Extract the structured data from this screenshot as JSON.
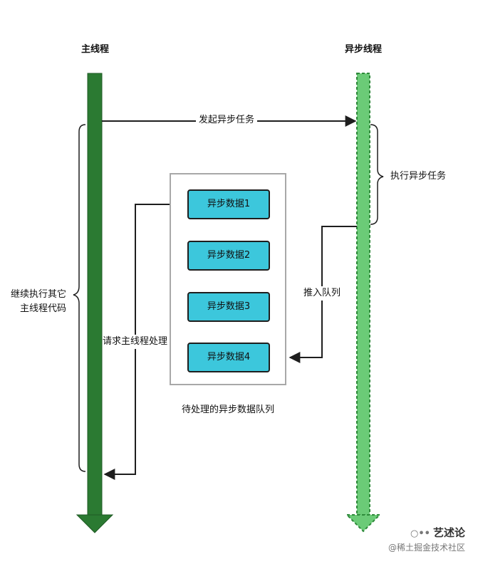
{
  "lanes": {
    "main_thread": "主线程",
    "async_thread": "异步线程"
  },
  "labels": {
    "start_async_task": "发起异步任务",
    "execute_async_task": "执行异步任务",
    "continue_main_line1": "继续执行其它",
    "continue_main_line2": "主线程代码",
    "request_main_handle": "请求主线程处理",
    "push_to_queue": "推入队列",
    "pending_queue": "待处理的异步数据队列"
  },
  "queue_items": [
    "异步数据1",
    "异步数据2",
    "异步数据3",
    "异步数据4"
  ],
  "watermark": {
    "brand": "艺述论",
    "source": "@稀土掘金技术社区"
  },
  "colors": {
    "main_thread": "#2b7a32",
    "async_thread": "#6bcb77",
    "queue_item_fill": "#3cc7dc",
    "queue_border": "#a8a8a8",
    "line": "#1e1e1e"
  }
}
